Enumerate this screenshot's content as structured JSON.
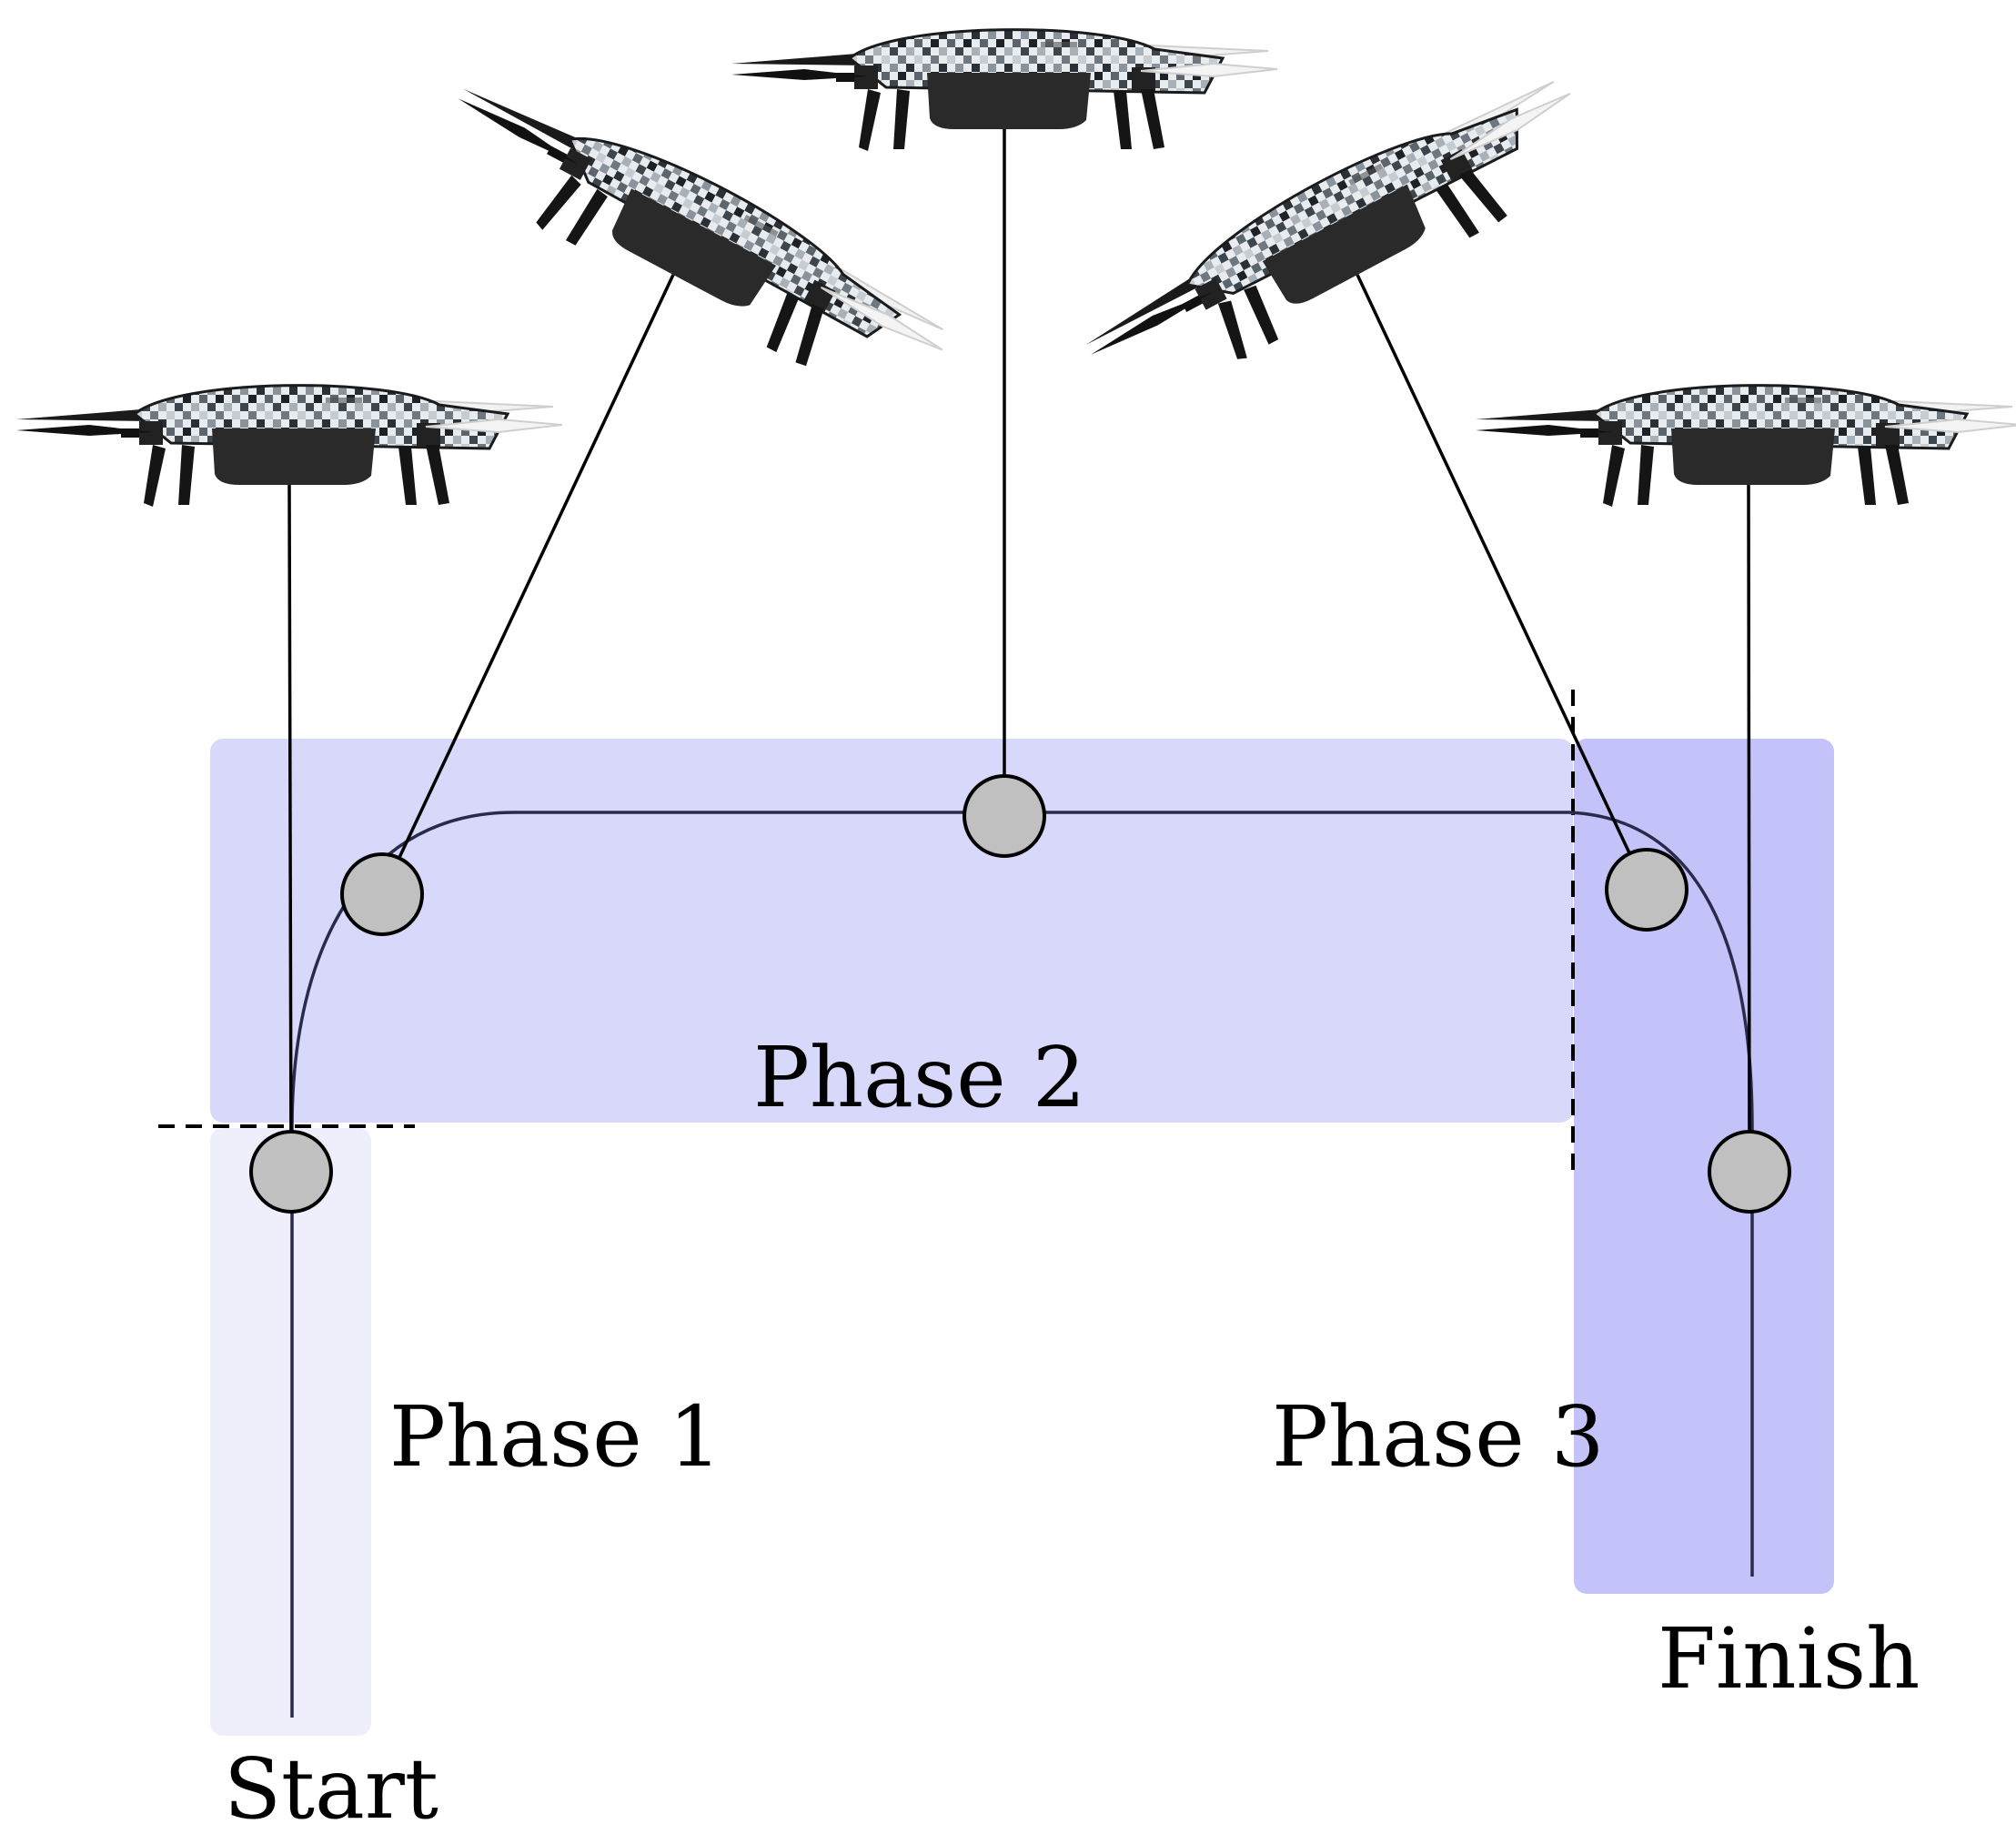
{
  "labels": {
    "phase1": "Phase 1",
    "phase2": "Phase 2",
    "phase3": "Phase 3",
    "start": "Start",
    "finish": "Finish"
  },
  "colors": {
    "phase1_fill": "#efeffc",
    "phase2_fill": "#d8d8fb",
    "phase3_fill": "#c3c3fa",
    "path_stroke": "#2a2a4a",
    "node_fill": "#c0c0c0",
    "node_stroke": "#000000",
    "tether_stroke": "#000000"
  },
  "drones": [
    {
      "name": "drone-1",
      "tilt_deg": 0
    },
    {
      "name": "drone-2",
      "tilt_deg": 28
    },
    {
      "name": "drone-3",
      "tilt_deg": 0
    },
    {
      "name": "drone-4",
      "tilt_deg": -28
    },
    {
      "name": "drone-5",
      "tilt_deg": 0
    }
  ],
  "icons": [
    "quadcopter-drone-icon"
  ]
}
